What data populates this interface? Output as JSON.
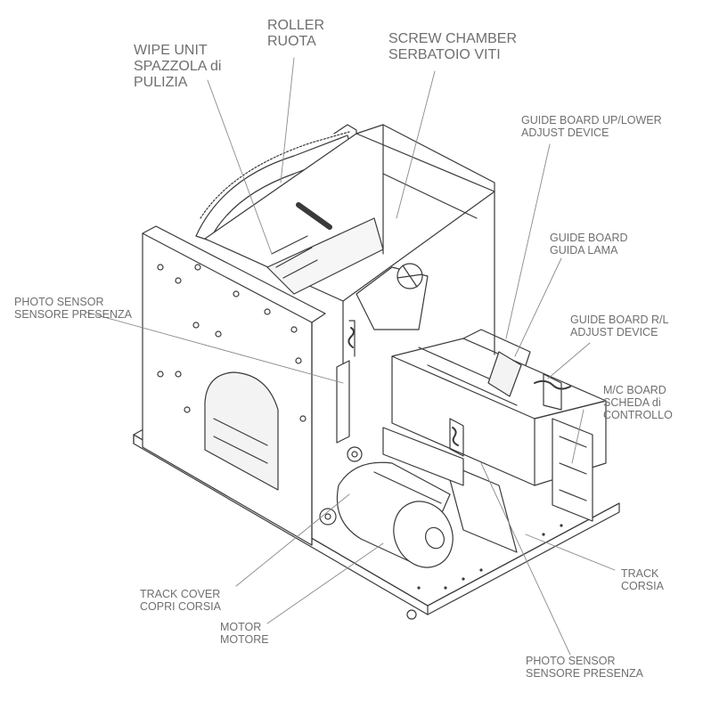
{
  "labels": {
    "wipe_unit": [
      "WIPE UNIT",
      "SPAZZOLA di",
      "PULIZIA"
    ],
    "roller": [
      "ROLLER",
      "RUOTA"
    ],
    "screw_chamber": [
      "SCREW CHAMBER",
      "SERBATOIO VITI"
    ],
    "guide_board_updown": [
      "GUIDE BOARD UP/LOWER",
      "ADJUST DEVICE"
    ],
    "guide_board": [
      "GUIDE BOARD",
      "GUIDA LAMA"
    ],
    "guide_board_rl": [
      "GUIDE BOARD R/L",
      "ADJUST DEVICE"
    ],
    "photo_sensor_left": [
      "PHOTO SENSOR",
      "SENSORE PRESENZA"
    ],
    "mc_board": [
      "M/C BOARD",
      "SCHEDA di",
      "CONTROLLO"
    ],
    "track": [
      "TRACK",
      "CORSIA"
    ],
    "track_cover": [
      "TRACK COVER",
      "COPRI CORSIA"
    ],
    "motor": [
      "MOTOR",
      "MOTORE"
    ],
    "photo_sensor_bottom": [
      "PHOTO SENSOR",
      "SENSORE PRESENZA"
    ]
  },
  "colors": {
    "line": "#3a3a3a",
    "label": "#6f6f6f",
    "background": "#ffffff"
  }
}
